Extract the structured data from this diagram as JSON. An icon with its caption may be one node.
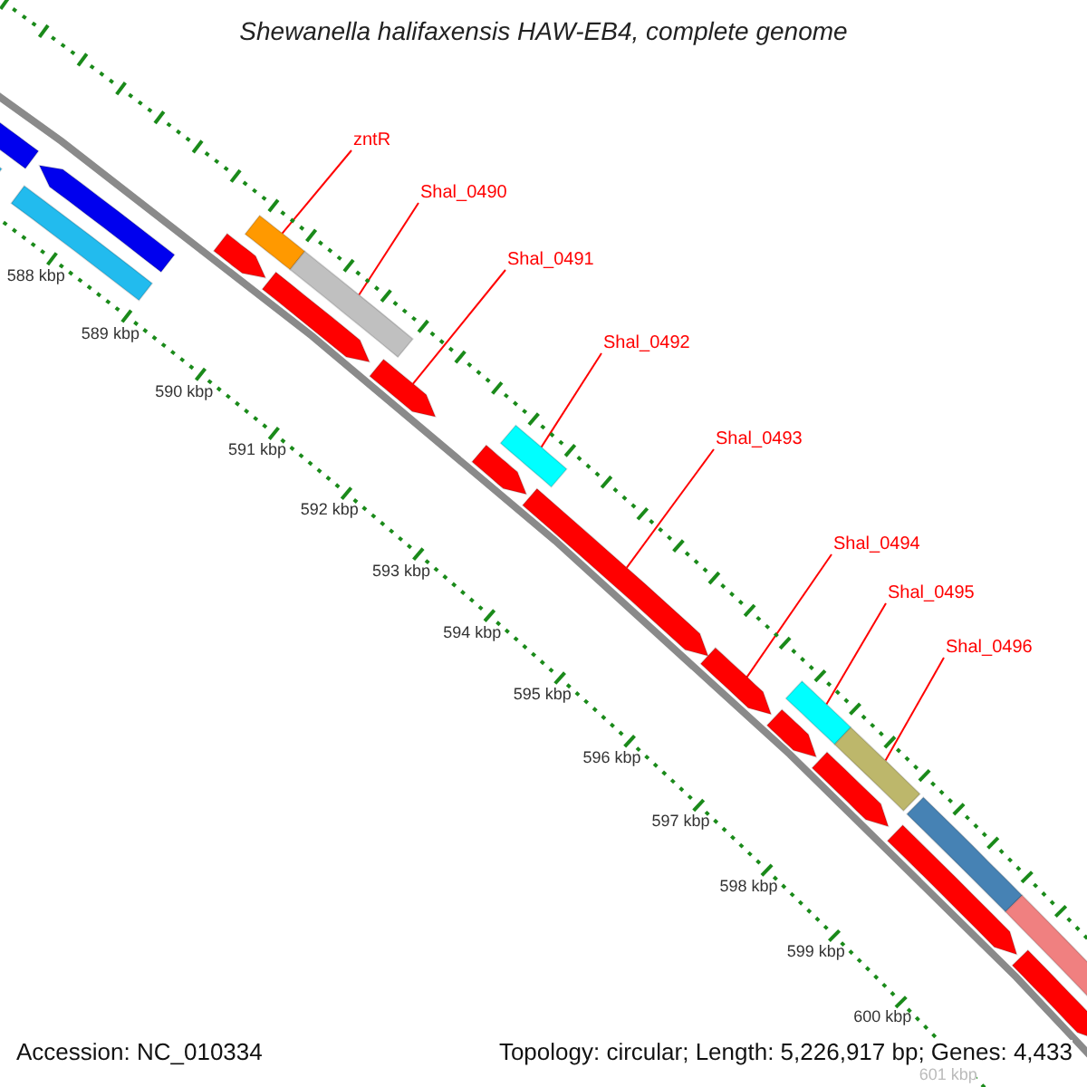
{
  "diagram": {
    "title": "Shewanella halifaxensis HAW-EB4, complete genome",
    "nodes": [
      {
        "text": [
          "zntR"
        ]
      },
      {
        "text": [
          "Shal_0490"
        ]
      },
      {
        "text": [
          "Shal_0491"
        ]
      },
      {
        "text": [
          "Shal_0492"
        ]
      },
      {
        "text": [
          "Shal_0493"
        ]
      },
      {
        "text": [
          "Shal_0494"
        ]
      },
      {
        "text": [
          "Shal_0495"
        ]
      },
      {
        "text": [
          "Shal_0496"
        ]
      },
      {
        "text": [],
        "shape": "arrow"
      },
      {
        "text": [],
        "shape": "bar"
      },
      {
        "text": [],
        "shape": "arrow"
      },
      {
        "text": [],
        "shape": "bar"
      },
      {
        "text": [],
        "shape": "arrow"
      },
      {
        "text": [],
        "shape": "bar"
      },
      {
        "text": [],
        "shape": "arrow"
      },
      {
        "text": [],
        "shape": "bar"
      },
      {
        "text": [],
        "shape": "arrow"
      },
      {
        "text": [],
        "shape": "arrow"
      },
      {
        "text": [],
        "shape": "bar"
      },
      {
        "text": [],
        "shape": "arrow"
      },
      {
        "text": [],
        "shape": "arrow"
      },
      {
        "text": [],
        "shape": "bar"
      },
      {
        "text": [],
        "shape": "arrow"
      },
      {
        "text": [],
        "shape": "bar"
      },
      {
        "text": [],
        "shape": "arrow"
      },
      {
        "text": [],
        "shape": "bar"
      },
      {
        "text": [],
        "shape": "arrow"
      },
      {
        "text": [],
        "shape": "bar"
      },
      {
        "text": [],
        "shape": "arrow"
      }
    ],
    "edges": [
      {
        "from": 0,
        "to": 13,
        "arrow": "none"
      },
      {
        "from": 1,
        "to": 15,
        "arrow": "none"
      },
      {
        "from": 2,
        "to": 16,
        "arrow": "none"
      },
      {
        "from": 3,
        "to": 18,
        "arrow": "none"
      },
      {
        "from": 4,
        "to": 19,
        "arrow": "none"
      },
      {
        "from": 5,
        "to": 20,
        "arrow": "none"
      },
      {
        "from": 6,
        "to": 21,
        "arrow": "none"
      },
      {
        "from": 7,
        "to": 23,
        "arrow": "none"
      }
    ],
    "labels": [
      "588 kbp",
      "589 kbp",
      "590 kbp",
      "591 kbp",
      "592 kbp",
      "593 kbp",
      "594 kbp",
      "595 kbp",
      "596 kbp",
      "597 kbp",
      "598 kbp",
      "599 kbp",
      "600 kbp",
      "601 kbp",
      "Accession: NC_010334",
      "Topology: circular; Length: 5,226,917 bp; Genes: 4,433"
    ]
  }
}
